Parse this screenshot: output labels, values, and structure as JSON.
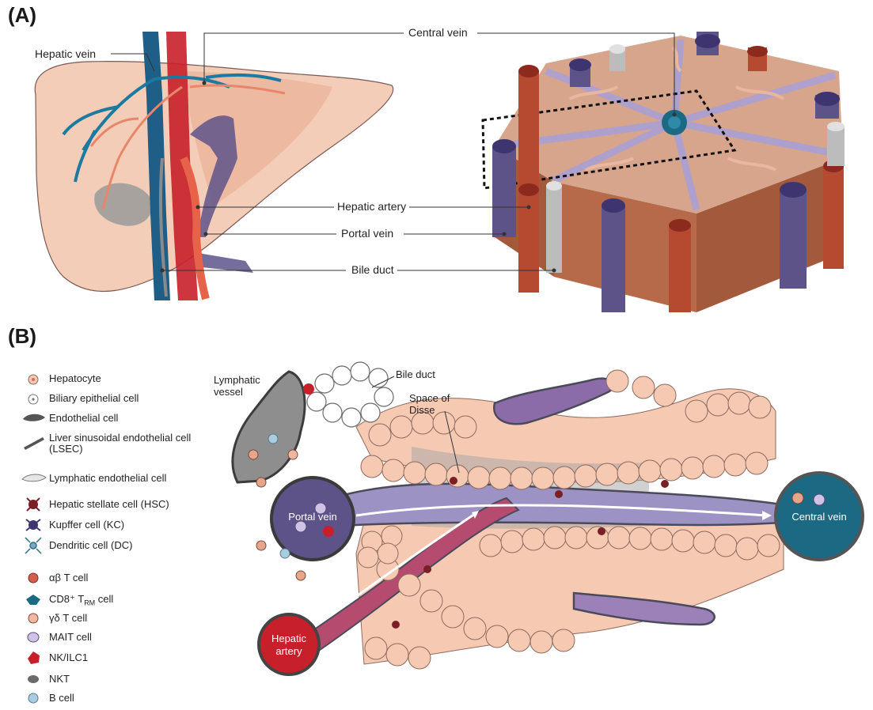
{
  "panel_a": {
    "label": "(A)",
    "callouts": {
      "hepatic_vein": "Hepatic vein",
      "central_vein": "Central vein",
      "hepatic_artery": "Hepatic artery",
      "portal_vein": "Portal vein",
      "bile_duct": "Bile duct"
    }
  },
  "panel_b": {
    "label": "(B)",
    "legend": [
      {
        "icon": "hepatocyte-icon",
        "label": "Hepatocyte"
      },
      {
        "icon": "biliary-epithelial-cell-icon",
        "label": "Biliary epithelial cell"
      },
      {
        "icon": "endothelial-cell-icon",
        "label": "Endothelial cell"
      },
      {
        "icon": "lsec-icon",
        "label": "Liver sinusoidal endothelial cell (LSEC)"
      },
      {
        "icon": "lymphatic-endothelial-cell-icon",
        "label": "Lymphatic endothelial cell"
      },
      {
        "icon": "hepatic-stellate-cell-icon",
        "label": "Hepatic stellate cell (HSC)"
      },
      {
        "icon": "kupffer-cell-icon",
        "label": "Kupffer cell (KC)"
      },
      {
        "icon": "dendritic-cell-icon",
        "label": "Dendritic cell (DC)"
      },
      {
        "icon": "ab-t-cell-icon",
        "label": "αβ T cell"
      },
      {
        "icon": "cd8-trm-cell-icon",
        "label": "CD8⁺ T",
        "sub": "RM",
        "suffix": " cell"
      },
      {
        "icon": "gd-t-cell-icon",
        "label": "γδ T cell"
      },
      {
        "icon": "mait-cell-icon",
        "label": "MAIT cell"
      },
      {
        "icon": "nk-ilc1-icon",
        "label": "NK/ILC1"
      },
      {
        "icon": "nkt-icon",
        "label": "NKT"
      },
      {
        "icon": "b-cell-icon",
        "label": "B cell"
      }
    ],
    "labels": {
      "lymphatic_vessel": "Lymphatic vessel",
      "bile_duct": "Bile duct",
      "space_of_disse": "Space of Disse",
      "portal_vein": "Portal vein",
      "central_vein": "Central vein",
      "hepatic_artery": "Hepatic artery"
    }
  },
  "colors": {
    "hepatocyte": "#f6c9b3",
    "portal_vein": "#5d5389",
    "central_vein": "#1c6983",
    "hepatic_artery": "#c8202a",
    "sinusoid": "#9d92c4",
    "liver": "#f3cdb8",
    "lobule_red": "#c04a2f"
  }
}
